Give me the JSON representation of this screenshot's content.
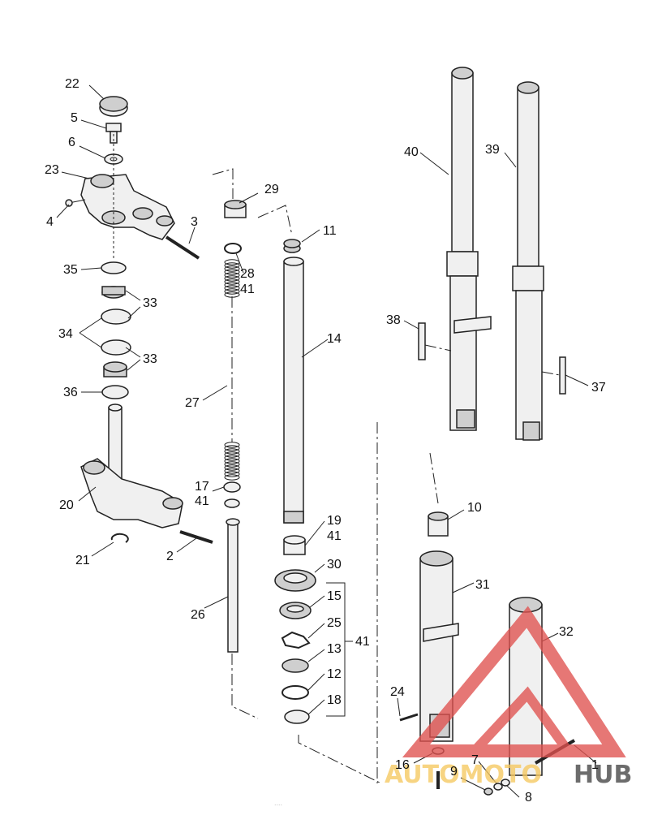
{
  "callouts": [
    "1",
    "2",
    "3",
    "4",
    "5",
    "6",
    "7",
    "8",
    "9",
    "10",
    "11",
    "12",
    "13",
    "14",
    "15",
    "16",
    "17",
    "18",
    "19",
    "20",
    "21",
    "22",
    "23",
    "24",
    "25",
    "26",
    "27",
    "28",
    "29",
    "30",
    "31",
    "32",
    "33",
    "34",
    "35",
    "36",
    "37",
    "38",
    "39",
    "40",
    "41"
  ],
  "watermark": {
    "brand_part1": "AUTOMOTO",
    "brand_part2": "HUB",
    "color": "#e0524f",
    "accent": "#f6c85f"
  },
  "footer_text": "...."
}
